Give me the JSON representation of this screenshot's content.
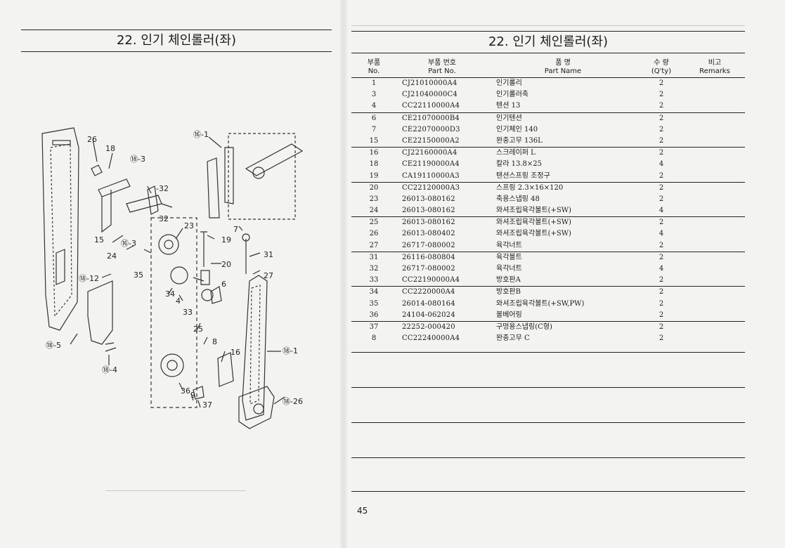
{
  "left_page": {
    "title": "22. 인기 체인롤러(좌)",
    "callouts": [
      "26",
      "18",
      "18-3",
      "16-1",
      "32",
      "32",
      "23",
      "19",
      "15",
      "16-3",
      "24",
      "35",
      "20",
      "31",
      "27",
      "18-12",
      "6",
      "34",
      "4",
      "33",
      "18-1",
      "18-5",
      "25",
      "8",
      "16",
      "18-4",
      "36",
      "9",
      "37",
      "18-26",
      "7"
    ]
  },
  "right_page": {
    "title": "22. 인기 체인롤러(좌)",
    "header": {
      "no_kr": "부품",
      "no_en": "No.",
      "part_kr": "부품  번호",
      "part_en": "Part  No.",
      "name_kr": "품          명",
      "name_en": "Part    Name",
      "qty_kr": "수  량",
      "qty_en": "(Q'ty)",
      "rem_kr": "비고",
      "rem_en": "Remarks"
    },
    "rows": [
      {
        "no": "1",
        "part": "CJ21010000A4",
        "name": "인기롤리",
        "qty": "2"
      },
      {
        "no": "3",
        "part": "CJ21040000C4",
        "name": "인기롤러축",
        "qty": "2"
      },
      {
        "no": "4",
        "part": "CC22110000A4",
        "name": "텐션 13",
        "qty": "2"
      },
      {
        "no": "6",
        "part": "CE21070000B4",
        "name": "인기텐션",
        "qty": "2"
      },
      {
        "no": "7",
        "part": "CE22070000D3",
        "name": "인기체인 140",
        "qty": "2"
      },
      {
        "no": "15",
        "part": "CE22150000A2",
        "name": "완충고무 136L",
        "qty": "2"
      },
      {
        "no": "16",
        "part": "CJ22160000A4",
        "name": "스크레이퍼 L",
        "qty": "2"
      },
      {
        "no": "18",
        "part": "CE21190000A4",
        "name": "칼라 13.8×25",
        "qty": "4"
      },
      {
        "no": "19",
        "part": "CA19110000A3",
        "name": "텐션스프링 조정구",
        "qty": "2"
      },
      {
        "no": "20",
        "part": "CC22120000A3",
        "name": "스프링 2.3×16×120",
        "qty": "2"
      },
      {
        "no": "23",
        "part": "26013-080162",
        "name": "축용스냅링 48",
        "qty": "2"
      },
      {
        "no": "24",
        "part": "26013-080162",
        "name": "와셔조립육각볼트(+SW)",
        "qty": "4"
      },
      {
        "no": "25",
        "part": "26013-080162",
        "name": "와셔조립육각볼트(+SW)",
        "qty": "2"
      },
      {
        "no": "26",
        "part": "26013-080402",
        "name": "와셔조립육각볼트(+SW)",
        "qty": "4"
      },
      {
        "no": "27",
        "part": "26717-080002",
        "name": "육각너트",
        "qty": "2"
      },
      {
        "no": "31",
        "part": "26116-080804",
        "name": "육각볼트",
        "qty": "2"
      },
      {
        "no": "32",
        "part": "26717-080002",
        "name": "육각너트",
        "qty": "4"
      },
      {
        "no": "33",
        "part": "CC22190000A4",
        "name": "방호판A",
        "qty": "2"
      },
      {
        "no": "34",
        "part": "CC2220000A4",
        "name": "방호판B",
        "qty": "2"
      },
      {
        "no": "35",
        "part": "26014-080164",
        "name": "와셔조립육각볼트(+SW,PW)",
        "qty": "2"
      },
      {
        "no": "36",
        "part": "24104-062024",
        "name": "볼베어링",
        "qty": "2"
      },
      {
        "no": "37",
        "part": "22252-000420",
        "name": "구멍용스냅링(C형)",
        "qty": "2"
      },
      {
        "no": "8",
        "part": "CC22240000A4",
        "name": "완충고무 C",
        "qty": "2"
      }
    ],
    "page_number": "45"
  }
}
